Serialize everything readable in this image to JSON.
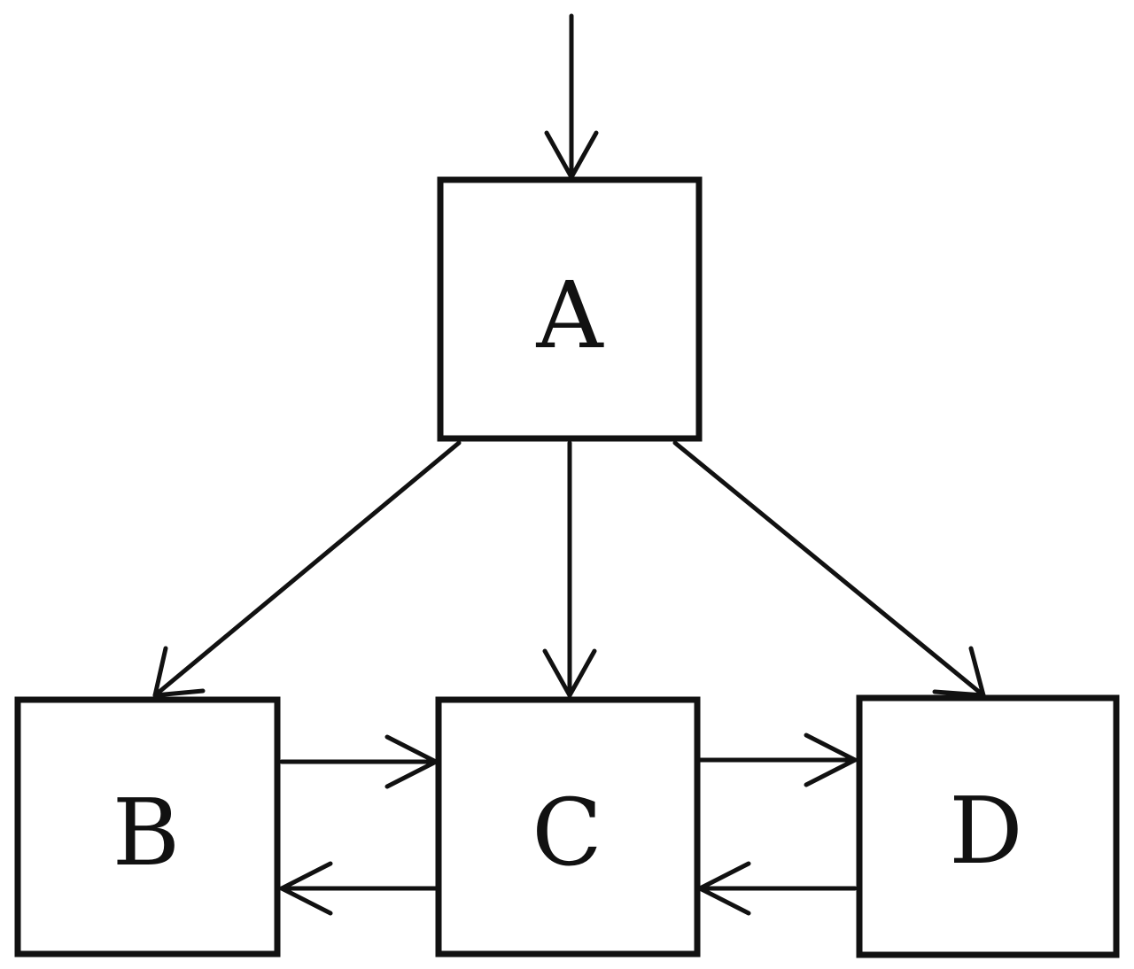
{
  "diagram": {
    "nodes": [
      {
        "id": "A",
        "label": "A"
      },
      {
        "id": "B",
        "label": "B"
      },
      {
        "id": "C",
        "label": "C"
      },
      {
        "id": "D",
        "label": "D"
      }
    ],
    "edges": [
      {
        "from": "",
        "to": "A"
      },
      {
        "from": "A",
        "to": "B"
      },
      {
        "from": "A",
        "to": "C"
      },
      {
        "from": "A",
        "to": "D"
      },
      {
        "from": "B",
        "to": "C"
      },
      {
        "from": "C",
        "to": "B"
      },
      {
        "from": "C",
        "to": "D"
      },
      {
        "from": "D",
        "to": "C"
      }
    ],
    "colors": {
      "stroke": "#111111",
      "background": "#ffffff"
    }
  }
}
